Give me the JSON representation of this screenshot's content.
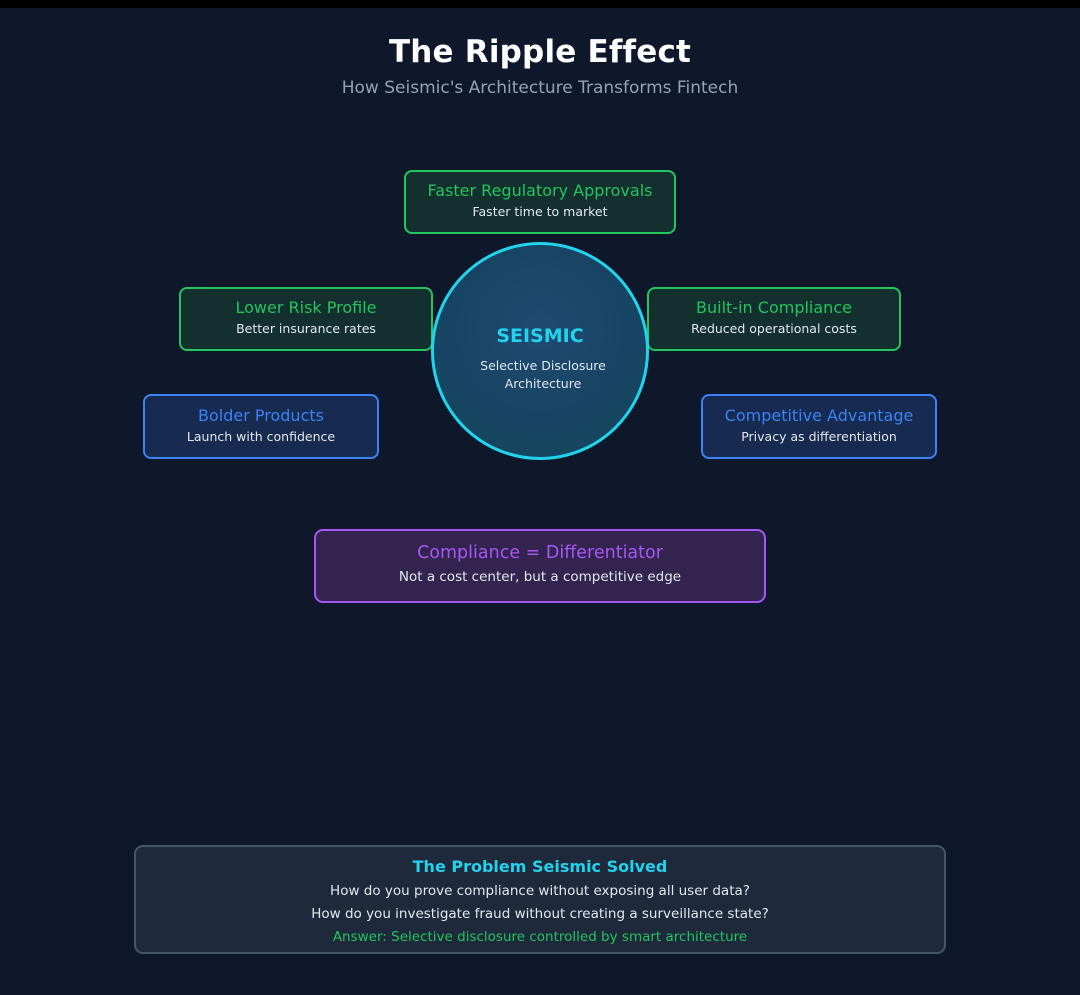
{
  "header": {
    "title": "The Ripple Effect",
    "subtitle": "How Seismic's Architecture Transforms Fintech"
  },
  "hub": {
    "title": "SEISMIC",
    "subtitle": "Selective Disclosure Architecture"
  },
  "effects": {
    "regulatory": {
      "title": "Faster Regulatory Approvals",
      "detail": "Faster time to market"
    },
    "risk": {
      "title": "Lower Risk Profile",
      "detail": "Better insurance rates"
    },
    "compliance": {
      "title": "Built-in Compliance",
      "detail": "Reduced operational costs"
    },
    "products": {
      "title": "Bolder Products",
      "detail": "Launch with confidence"
    },
    "advantage": {
      "title": "Competitive Advantage",
      "detail": "Privacy as differentiation"
    }
  },
  "conclusion": {
    "title": "Compliance = Differentiator",
    "detail": "Not a cost center, but a competitive edge"
  },
  "problem": {
    "title": "The Problem Seismic Solved",
    "questions": [
      "How do you prove compliance without exposing all user data?",
      "How do you investigate fraud without creating a surveillance state?"
    ],
    "answer": "Answer: Selective disclosure controlled by smart architecture"
  },
  "colors": {
    "background": "#0f172a",
    "green": "#22c55e",
    "blue": "#3b82f6",
    "purple": "#a855f7",
    "cyan": "#22d3ee"
  }
}
